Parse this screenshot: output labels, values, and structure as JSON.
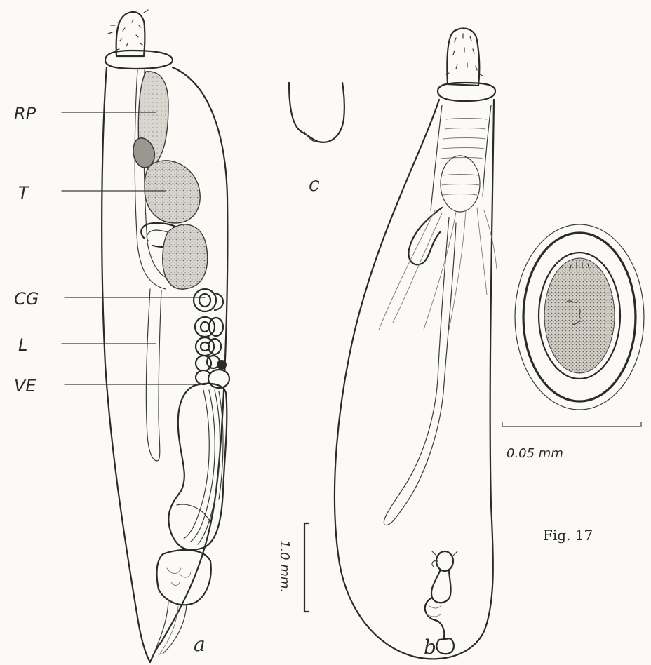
{
  "labels": {
    "rp": "RP",
    "t": "T",
    "cg": "CG",
    "l": "L",
    "ve": "VE"
  },
  "panels": {
    "a": "a",
    "b": "b",
    "c": "c"
  },
  "scale_bars": {
    "body": "1.0 mm.",
    "egg": "0.05 mm"
  },
  "caption": "Fig. 17"
}
